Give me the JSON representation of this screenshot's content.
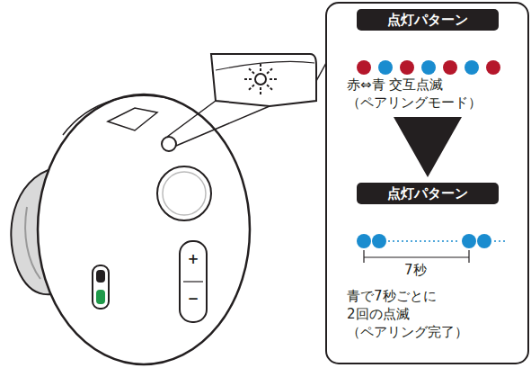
{
  "diagram": {
    "nodes": [
      {
        "text": [
          "点灯パターン",
          "赤⇔青 交互点滅 （ペアリングモード）"
        ]
      },
      {
        "text": [
          "点灯パターン",
          "青で7秒ごとに 2回の点滅 （ペアリング完了）"
        ]
      }
    ],
    "edges": [
      {
        "from": 0,
        "to": 1,
        "arrow": "to"
      }
    ],
    "labels": [
      "7秒",
      "+",
      "−"
    ]
  }
}
